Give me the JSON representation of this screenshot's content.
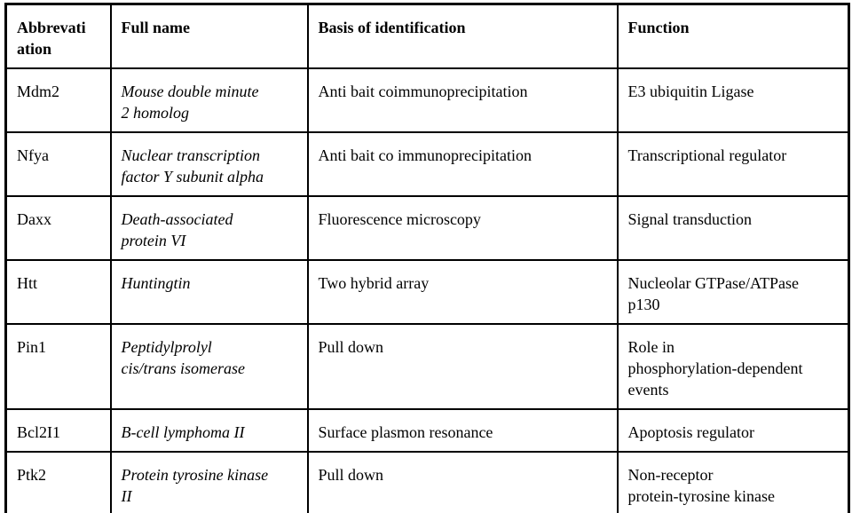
{
  "page": {
    "background_color": "#ffffff",
    "text_color": "#000000",
    "border_color": "#000000"
  },
  "table": {
    "columns": [
      {
        "key": "abbreviation",
        "label": "Abbrevati\nation"
      },
      {
        "key": "full_name",
        "label": "Full name"
      },
      {
        "key": "basis",
        "label": "Basis of identification"
      },
      {
        "key": "function",
        "label": "Function"
      }
    ],
    "rows": [
      {
        "abbreviation": "Mdm2",
        "full_name": "Mouse double minute\n2 homolog",
        "basis": "Anti bait coimmunoprecipitation",
        "function": "E3 ubiquitin Ligase"
      },
      {
        "abbreviation": "Nfya",
        "full_name": "Nuclear transcription\nfactor Y subunit alpha",
        "basis": "Anti bait co immunoprecipitation",
        "function": "Transcriptional regulator"
      },
      {
        "abbreviation": "Daxx",
        "full_name": "Death-associated\nprotein VI",
        "basis": "Fluorescence microscopy",
        "function": "Signal transduction"
      },
      {
        "abbreviation": "Htt",
        "full_name": "Huntingtin",
        "basis": "Two hybrid array",
        "function": "Nucleolar GTPase/ATPase\np130"
      },
      {
        "abbreviation": "Pin1",
        "full_name": "Peptidylprolyl\ncis/trans isomerase",
        "basis": "Pull down",
        "function": "Role in\nphosphorylation-dependent\nevents"
      },
      {
        "abbreviation": "Bcl2I1",
        "full_name": "B-cell lymphoma II",
        "basis": "Surface plasmon resonance",
        "function": "Apoptosis regulator"
      },
      {
        "abbreviation": "Ptk2",
        "full_name": "Protein tyrosine kinase\nII",
        "basis": "Pull down",
        "function": "Non-receptor\nprotein-tyrosine kinase"
      }
    ]
  }
}
